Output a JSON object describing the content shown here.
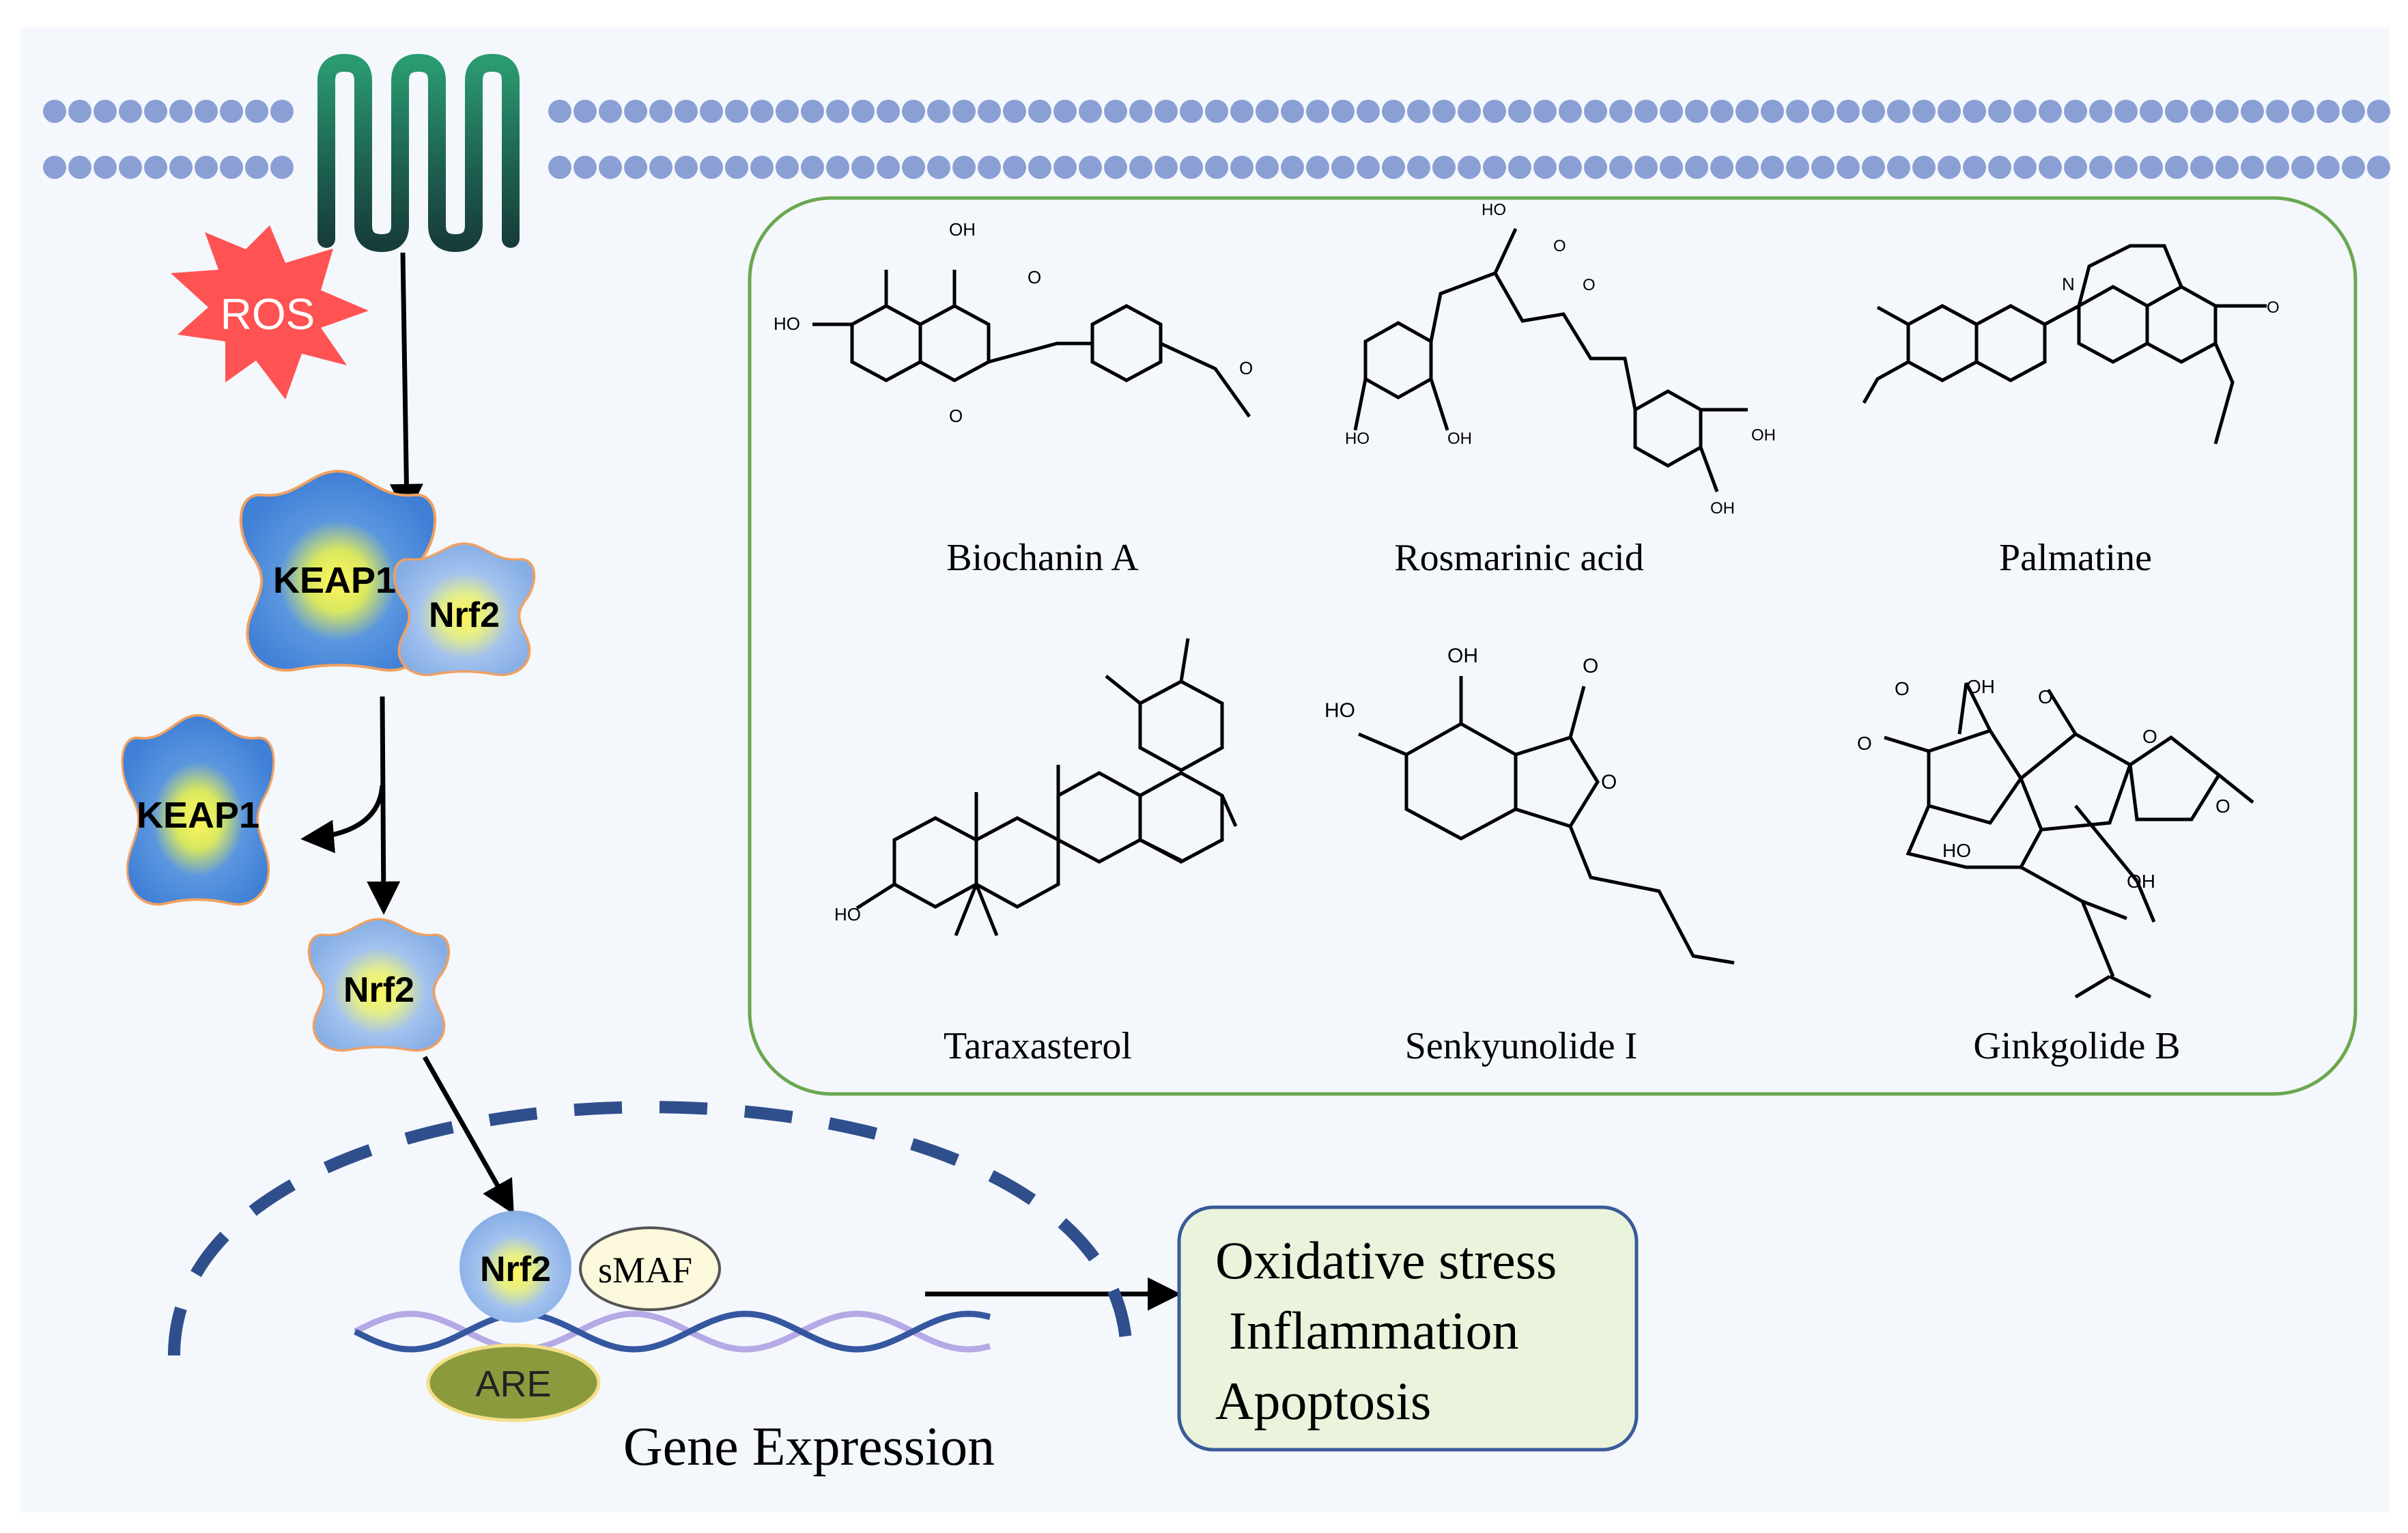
{
  "stimulus": {
    "label": "ROS"
  },
  "proteins": {
    "keap1_label": "KEAP1",
    "nrf2_label": "Nrf2",
    "smaf_label": "sMAF",
    "are_label": "ARE"
  },
  "nucleus": {
    "caption": "Gene Expression"
  },
  "outcomes": {
    "items": [
      "Oxidative stress",
      "Inflammation",
      "Apoptosis"
    ]
  },
  "compounds": {
    "items": [
      {
        "name": "Biochanin A"
      },
      {
        "name": "Rosmarinic acid"
      },
      {
        "name": "Palmatine"
      },
      {
        "name": "Taraxasterol"
      },
      {
        "name": "Senkyunolide I"
      },
      {
        "name": "Ginkgolide B"
      }
    ]
  },
  "atom_labels": {
    "oh": "OH",
    "ho": "HO",
    "o": "O",
    "n": "N"
  },
  "colors": {
    "membrane": "#8a9fd4",
    "receptor": "#1f6b55",
    "ros": "#ff5252",
    "keap1": "#3f7fd6",
    "nrf2": "#86aee6",
    "are": "#8c9a3e",
    "dna_strand_a": "#3557a0",
    "dna_strand_b": "#b6a9e6",
    "nucleus": "#2f4f8c",
    "compound_border": "#6aa84f",
    "outcome_fill": "#eaf4dc",
    "outcome_border": "#3a5a9a",
    "background": "#f4f7fc"
  }
}
